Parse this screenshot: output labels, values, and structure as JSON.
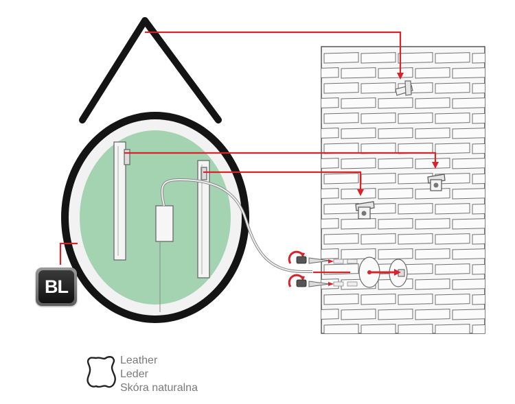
{
  "badge": {
    "text": "BL"
  },
  "legend": {
    "icon": "leather-hide-icon",
    "lines": [
      "Leather",
      "Leder",
      "Skóra naturalna"
    ]
  },
  "colors": {
    "mirror_glass": "#a3d3b1",
    "frame": "#141414",
    "arrow": "#d8232a",
    "brick_mortar": "#7a7a7a",
    "legend_text": "#7a7a7a"
  }
}
